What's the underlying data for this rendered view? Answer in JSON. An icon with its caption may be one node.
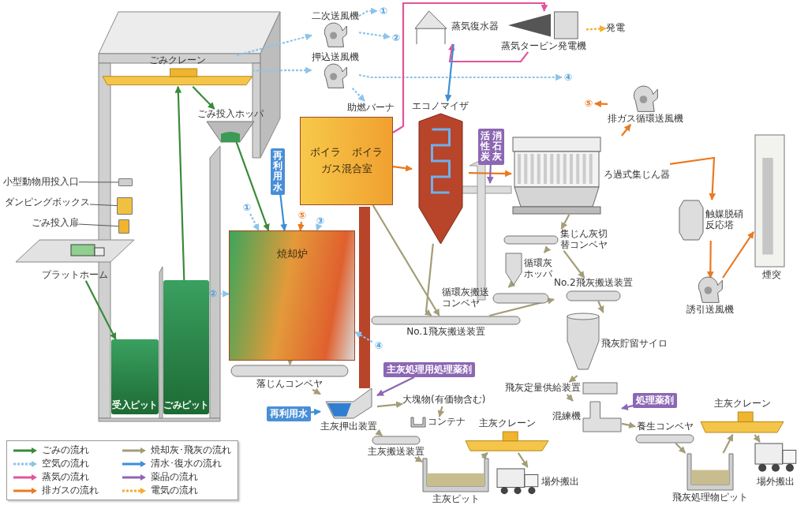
{
  "diagram": {
    "nodes": [
      {
        "text": [
          "ごみクレーン"
        ]
      },
      {
        "text": [
          "ごみ投入ホッパ"
        ]
      },
      {
        "text": [
          "小型動物用投入口"
        ]
      },
      {
        "text": [
          "ダンピングボックス"
        ]
      },
      {
        "text": [
          "ごみ投入扉"
        ]
      },
      {
        "text": [
          "プラットホーム"
        ]
      },
      {
        "text": [
          "受入ピット"
        ]
      },
      {
        "text": [
          "ごみピット"
        ]
      },
      {
        "text": [
          "二次送風機"
        ]
      },
      {
        "text": [
          "押込送風機"
        ]
      },
      {
        "text": [
          "助燃バーナ"
        ]
      },
      {
        "text": [
          "蒸気復水器"
        ]
      },
      {
        "text": [
          "蒸気タービン発電機"
        ]
      },
      {
        "text": [
          "発電"
        ]
      },
      {
        "text": [
          "ボイラ",
          "ボイラ",
          "ガス混合室"
        ]
      },
      {
        "text": [
          "焼却炉"
        ]
      },
      {
        "text": [
          "エコノマイザ"
        ]
      },
      {
        "text": [
          "再利用水"
        ]
      },
      {
        "text": [
          "活性炭",
          "消石灰"
        ]
      },
      {
        "text": [
          "ろ過式集じん器"
        ]
      },
      {
        "text": [
          "排ガス循環送風機"
        ]
      },
      {
        "text": [
          "触媒脱硝反応塔"
        ]
      },
      {
        "text": [
          "煙突"
        ]
      },
      {
        "text": [
          "誘引送風機"
        ]
      },
      {
        "text": [
          "集じん灰切替コンベヤ"
        ]
      },
      {
        "text": [
          "循環灰ホッパ"
        ]
      },
      {
        "text": [
          "循環灰搬送コンベヤ"
        ]
      },
      {
        "text": [
          "No.1飛灰搬送装置"
        ]
      },
      {
        "text": [
          "No.2飛灰搬送装置"
        ]
      },
      {
        "text": [
          "飛灰貯留サイロ"
        ]
      },
      {
        "text": [
          "飛灰定量供給装置"
        ]
      },
      {
        "text": [
          "処理薬剤"
        ]
      },
      {
        "text": [
          "混練機"
        ]
      },
      {
        "text": [
          "養生コンベヤ"
        ]
      },
      {
        "text": [
          "主灰クレーン"
        ]
      },
      {
        "text": [
          "飛灰処理物ピット"
        ]
      },
      {
        "text": [
          "場外搬出"
        ]
      },
      {
        "text": [
          "落じんコンベヤ"
        ]
      },
      {
        "text": [
          "主灰処理用処理薬剤"
        ]
      },
      {
        "text": [
          "再利用水"
        ]
      },
      {
        "text": [
          "主灰押出装置"
        ]
      },
      {
        "text": [
          "大塊物(有価物含む)"
        ]
      },
      {
        "text": [
          "コンテナ"
        ]
      },
      {
        "text": [
          "主灰搬送装置"
        ]
      },
      {
        "text": [
          "主灰クレーン"
        ]
      },
      {
        "text": [
          "主灰ピット"
        ]
      },
      {
        "text": [
          "場外搬出"
        ]
      },
      {
        "text": [
          "①"
        ]
      },
      {
        "text": [
          "②"
        ]
      },
      {
        "text": [
          "④"
        ]
      },
      {
        "text": [
          "⑤"
        ]
      },
      {
        "text": [
          "①"
        ]
      },
      {
        "text": [
          "⑤"
        ]
      },
      {
        "text": [
          "③"
        ]
      },
      {
        "text": [
          "②"
        ]
      },
      {
        "text": [
          "④"
        ]
      },
      {
        "text": [],
        "shape": "box"
      },
      {
        "text": [],
        "shape": "box"
      },
      {
        "text": [],
        "shape": "box"
      }
    ],
    "edges": [
      {
        "from": 5,
        "to": 6,
        "arrow": "to",
        "color": "#3a8a3a"
      },
      {
        "from": 7,
        "to": 0,
        "arrow": "to",
        "color": "#3a8a3a"
      },
      {
        "from": 0,
        "to": 1,
        "arrow": "to",
        "color": "#3a8a3a"
      },
      {
        "from": 1,
        "to": 15,
        "arrow": "to",
        "color": "#3a8a3a"
      },
      {
        "from": 0,
        "to": 8,
        "arrow": "to",
        "style": "dashed",
        "color": "#8cc4ea"
      },
      {
        "from": 0,
        "to": 9,
        "arrow": "to",
        "style": "dashed",
        "color": "#8cc4ea"
      },
      {
        "from": 8,
        "to": 47,
        "arrow": "to",
        "style": "dashed",
        "color": "#8cc4ea"
      },
      {
        "from": 8,
        "to": 48,
        "arrow": "to",
        "style": "dashed",
        "color": "#8cc4ea"
      },
      {
        "from": 9,
        "to": 10,
        "arrow": "to",
        "style": "dashed",
        "color": "#8cc4ea"
      },
      {
        "from": 9,
        "to": 49,
        "arrow": "to",
        "style": "dashed",
        "color": "#8cc4ea"
      },
      {
        "from": 51,
        "to": 15,
        "arrow": "to",
        "style": "dashed",
        "color": "#8cc4ea"
      },
      {
        "from": 53,
        "to": 15,
        "arrow": "to",
        "style": "dashed",
        "color": "#8cc4ea"
      },
      {
        "from": 54,
        "to": 15,
        "arrow": "to",
        "style": "dashed",
        "color": "#8cc4ea"
      },
      {
        "from": 55,
        "to": 15,
        "arrow": "to",
        "style": "dashed",
        "color": "#8cc4ea"
      },
      {
        "from": 14,
        "to": 12,
        "arrow": "to",
        "color": "#e0559b"
      },
      {
        "from": 12,
        "to": 11,
        "arrow": "to",
        "color": "#e0559b"
      },
      {
        "from": 11,
        "to": 16,
        "arrow": "to",
        "color": "#3d8fd6"
      },
      {
        "from": 17,
        "to": 15,
        "arrow": "to",
        "color": "#3d8fd6"
      },
      {
        "from": 39,
        "to": 40,
        "arrow": "to",
        "color": "#3d8fd6"
      },
      {
        "from": 14,
        "to": 16,
        "arrow": "to",
        "color": "#ea7a22"
      },
      {
        "from": 16,
        "to": 19,
        "arrow": "to",
        "color": "#ea7a22"
      },
      {
        "from": 19,
        "to": 20,
        "arrow": "to",
        "color": "#ea7a22"
      },
      {
        "from": 20,
        "to": 50,
        "arrow": "to",
        "color": "#ea7a22"
      },
      {
        "from": 52,
        "to": 15,
        "arrow": "to",
        "color": "#ea7a22"
      },
      {
        "from": 19,
        "to": 21,
        "arrow": "to",
        "color": "#ea7a22"
      },
      {
        "from": 21,
        "to": 23,
        "arrow": "to",
        "color": "#ea7a22"
      },
      {
        "from": 23,
        "to": 22,
        "arrow": "to",
        "color": "#ea7a22"
      },
      {
        "from": 18,
        "to": null,
        "arrow": "to",
        "color": "#8c67b3"
      },
      {
        "from": 38,
        "to": 40,
        "arrow": "to",
        "color": "#8c67b3"
      },
      {
        "from": 31,
        "to": 32,
        "arrow": "to",
        "color": "#8c67b3"
      },
      {
        "from": 12,
        "to": 13,
        "arrow": "to",
        "style": "dashed",
        "color": "#f0b030"
      },
      {
        "from": 14,
        "to": 27,
        "arrow": "to"
      },
      {
        "from": 16,
        "to": 27,
        "arrow": "to"
      },
      {
        "from": 19,
        "to": 24,
        "arrow": "to"
      },
      {
        "from": 24,
        "to": 25,
        "arrow": "to"
      },
      {
        "from": 25,
        "to": 26,
        "arrow": "to"
      },
      {
        "from": 24,
        "to": 28,
        "arrow": "to"
      },
      {
        "from": 27,
        "to": 28,
        "arrow": "to"
      },
      {
        "from": 28,
        "to": 29,
        "arrow": "to"
      },
      {
        "from": 29,
        "to": 30,
        "arrow": "to"
      },
      {
        "from": 30,
        "to": 32,
        "arrow": "to"
      },
      {
        "from": 32,
        "to": 33,
        "arrow": "to"
      },
      {
        "from": 33,
        "to": 35,
        "arrow": "to"
      },
      {
        "from": 35,
        "to": 34,
        "arrow": "to"
      },
      {
        "from": 34,
        "to": 36,
        "arrow": "to"
      },
      {
        "from": 15,
        "to": 37,
        "arrow": "to"
      },
      {
        "from": 37,
        "to": 40,
        "arrow": "to"
      },
      {
        "from": 40,
        "to": 41,
        "arrow": "to"
      },
      {
        "from": 41,
        "to": 42,
        "arrow": "to"
      },
      {
        "from": 40,
        "to": 43,
        "arrow": "to"
      },
      {
        "from": 43,
        "to": 45,
        "arrow": "to"
      },
      {
        "from": 45,
        "to": 44,
        "arrow": "to"
      },
      {
        "from": 44,
        "to": 46,
        "arrow": "to"
      },
      {
        "from": 2,
        "to": 56,
        "arrow": "none",
        "color": "#555555"
      },
      {
        "from": 3,
        "to": 57,
        "arrow": "none",
        "color": "#555555"
      },
      {
        "from": 4,
        "to": 58,
        "arrow": "none",
        "color": "#555555"
      }
    ],
    "legend": [
      {
        "text": "ごみの流れ"
      },
      {
        "text": "空気の流れ"
      },
      {
        "text": "蒸気の流れ"
      },
      {
        "text": "排ガスの流れ"
      },
      {
        "text": "焼却灰･飛灰の流れ"
      },
      {
        "text": "清水･復水の流れ"
      },
      {
        "text": "薬品の流れ"
      },
      {
        "text": "電気の流れ"
      }
    ]
  }
}
